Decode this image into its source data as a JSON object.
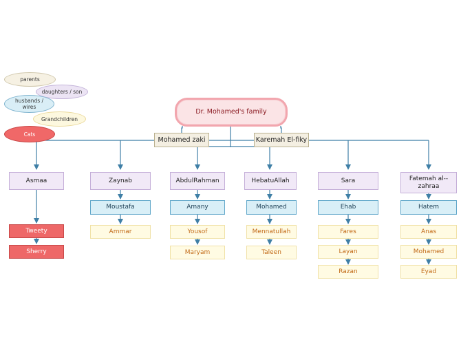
{
  "legend": {
    "parents": "parents",
    "children": "daughters / son",
    "husbands": "husbands / wires",
    "grandchildren": "Grandchildren",
    "cats": "Cats"
  },
  "root": "Dr. Mohamed's family",
  "parents": [
    "Mohamed zaki",
    "Karemah El-fiky"
  ],
  "children": [
    {
      "name": "Asmaa",
      "spouse": "",
      "grandchildren": [],
      "cats": [
        "Tweety",
        "Sherry"
      ]
    },
    {
      "name": "Zaynab",
      "spouse": "Moustafa",
      "grandchildren": [
        "Ammar"
      ],
      "cats": []
    },
    {
      "name": "AbdulRahman",
      "spouse": "Amany",
      "grandchildren": [
        "Yousof",
        "Maryam"
      ],
      "cats": []
    },
    {
      "name": "HebatuAllah",
      "spouse": "Mohamed",
      "grandchildren": [
        "Mennatullah",
        "Taleen"
      ],
      "cats": []
    },
    {
      "name": "Sara",
      "spouse": "Ehab",
      "grandchildren": [
        "Fares",
        "Layan",
        "Razan"
      ],
      "cats": []
    },
    {
      "name": "Fatemah al--zahraa",
      "spouse": "Hatem",
      "grandchildren": [
        "Anas",
        "Mohamed",
        "Eyad"
      ],
      "cats": []
    }
  ],
  "colors": {
    "connector": "#3f7fa6",
    "root_border": "#f2a6ae",
    "cats": "#ee6868",
    "spouse": "#d9eff7",
    "grandchild_text": "#c26a17"
  }
}
